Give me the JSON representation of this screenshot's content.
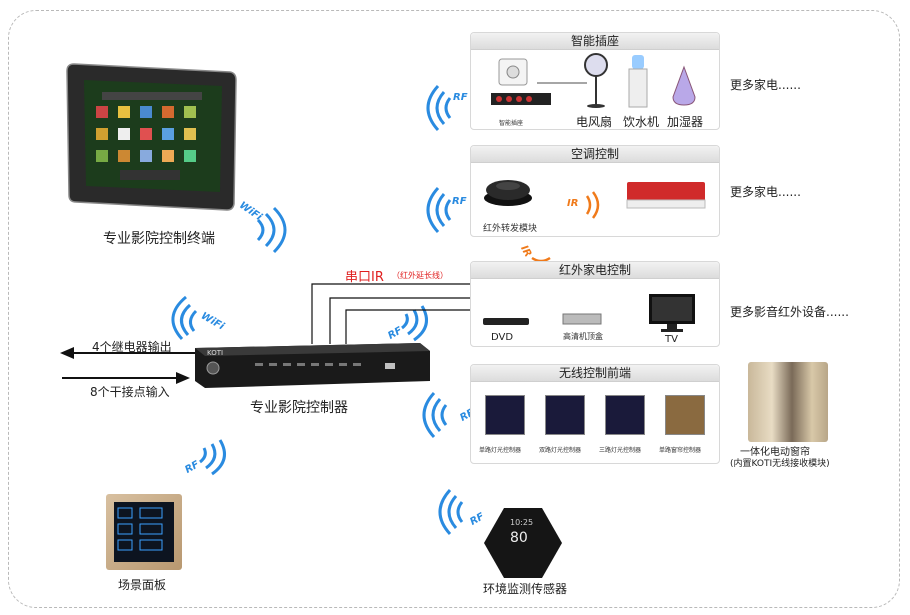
{
  "labels": {
    "tablet": "专业影院控制终端",
    "controller": "专业影院控制器",
    "relay_out": "4个继电器输出",
    "dry_in": "8个干接点输入",
    "scene_panel": "场景面板",
    "env_sensor": "环境监测传感器",
    "serial_ir": "串口IR",
    "serial_ir_sub": "（红外延长线）",
    "brand": "KOTI",
    "wifi": "WiFi",
    "rf": "RF",
    "ir": "IR"
  },
  "smart_socket": {
    "title": "智能插座",
    "socket_label": "智能插座",
    "items": [
      "电风扇",
      "饮水机",
      "加湿器"
    ],
    "more": "更多家电......"
  },
  "ac": {
    "title": "空调控制",
    "module": "红外转发模块",
    "more": "更多家电......"
  },
  "ir_appliance": {
    "title": "红外家电控制",
    "items": [
      "DVD",
      "高清机顶盒",
      "TV"
    ],
    "more": "更多影音红外设备......"
  },
  "wireless": {
    "title": "无线控制前端",
    "items": [
      "单路灯光控制器",
      "双路灯光控制器",
      "三路灯光控制器",
      "单路窗帘控制器"
    ]
  },
  "curtain": {
    "line1": "一体化电动窗帘",
    "line2": "(内置KOTI无线接收模块)"
  },
  "sensor_screen": {
    "time": "10:25",
    "value": "80"
  }
}
